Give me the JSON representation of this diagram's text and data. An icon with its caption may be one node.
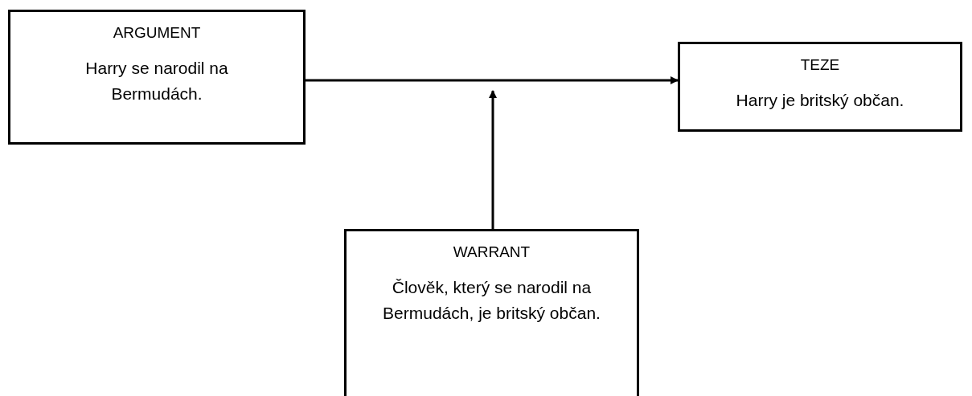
{
  "diagram": {
    "nodes": [
      {
        "text": [
          "ARGUMENT",
          "Harry se narodil na Bermudách."
        ]
      },
      {
        "text": [
          "TEZE",
          "Harry je britský občan."
        ]
      },
      {
        "text": [
          "WARRANT",
          "Člověk, který se narodil na Bermudách, je britský občan."
        ]
      }
    ],
    "edges": [
      {
        "from": 0,
        "to": 1,
        "arrow": "to"
      },
      {
        "from": 2,
        "to": null,
        "arrow": "to"
      }
    ]
  }
}
